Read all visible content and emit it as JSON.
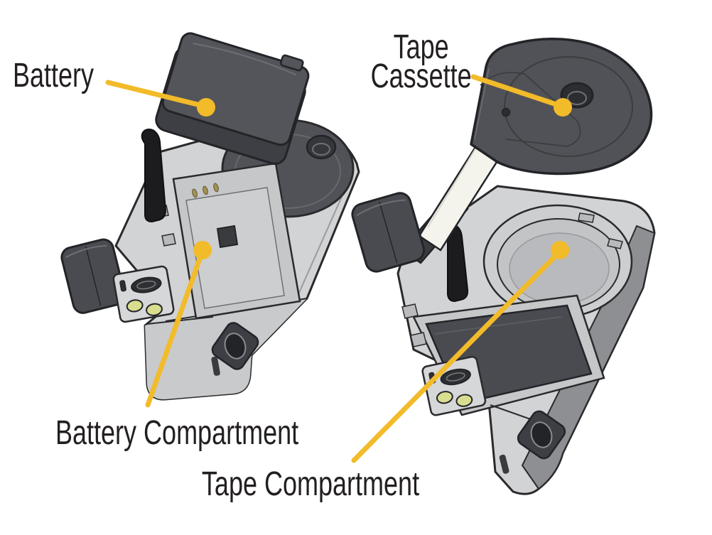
{
  "figure": {
    "callouts": {
      "battery": "Battery",
      "tape_cassette": "Tape Cassette",
      "battery_compartment": "Battery Compartment",
      "tape_compartment": "Tape Compartment"
    },
    "colors": {
      "accent": "#F2BB2A",
      "ink": "#231F20",
      "body_light": "#D2D3D5",
      "body_mid": "#C6C7C9",
      "part_dark": "#515257",
      "cover_dark": "#4A4B50",
      "lever_black": "#1C1C1E",
      "led_green": "#D9DD8F",
      "tape_white": "#F4F3EC"
    }
  }
}
